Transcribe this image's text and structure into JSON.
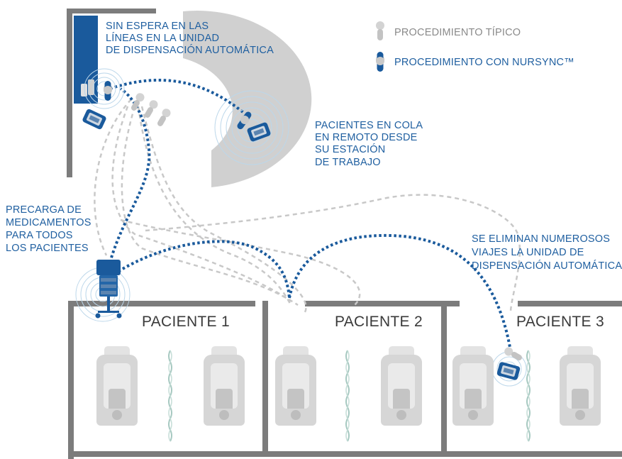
{
  "legend": {
    "typical": "PROCEDIMIENTO TÍPICO",
    "nursync": "PROCEDIMIENTO CON NURSYNC™"
  },
  "annotations": {
    "adc_wait": [
      "SIN ESPERA EN LAS",
      "LÍNEAS EN LA UNIDAD",
      "DE DISPENSACIÓN AUTOMÁTICA"
    ],
    "remote_queue": [
      "PACIENTES EN COLA",
      "EN REMOTO DESDE",
      "SU ESTACIÓN",
      "DE TRABAJO"
    ],
    "preload": [
      "PRECARGA DE",
      "MEDICAMENTOS",
      "PARA TODOS",
      "LOS PACIENTES"
    ],
    "trips": [
      "SE ELIMINAN NUMEROSOS",
      "VIAJES LA UNIDAD DE",
      "DISPENSACIÓN AUTOMÁTICA"
    ]
  },
  "rooms": [
    "PACIENTE 1",
    "PACIENTE 2",
    "PACIENTE 3"
  ],
  "colors": {
    "nursync_blue": "#1a5a9c",
    "typical_gray": "#c8c8c8",
    "wall_gray": "#7c7c7c",
    "station_gray": "#d0d0d0",
    "text_blue": "#1f5fa0",
    "text_gray": "#8a8a8a"
  },
  "icons": {
    "cart": "medication-cart-icon",
    "scanner": "handheld-scanner-icon",
    "bed": "hospital-bed-icon",
    "curtain": "privacy-curtain-icon",
    "person": "person-token-icon"
  }
}
